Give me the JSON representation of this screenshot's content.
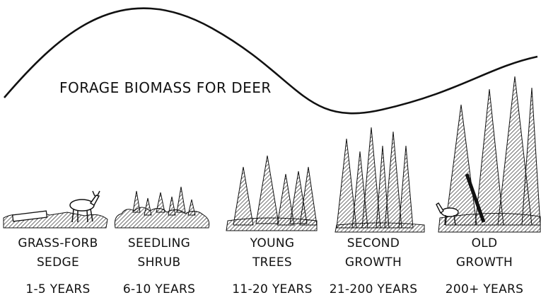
{
  "curve": {
    "label": "FORAGE BIOMASS FOR DEER"
  },
  "stages": [
    {
      "line1": "GRASS-FORB",
      "line2": "SEDGE",
      "years": "1-5 YEARS"
    },
    {
      "line1": "SEEDLING",
      "line2": "SHRUB",
      "years": "6-10 YEARS"
    },
    {
      "line1": "YOUNG",
      "line2": "TREES",
      "years": "11-20 YEARS"
    },
    {
      "line1": "SECOND",
      "line2": "GROWTH",
      "years": "21-200 YEARS"
    },
    {
      "line1": "OLD",
      "line2": "GROWTH",
      "years": "200+ YEARS"
    }
  ],
  "colors": {
    "ink": "#111111",
    "background": "#ffffff"
  }
}
